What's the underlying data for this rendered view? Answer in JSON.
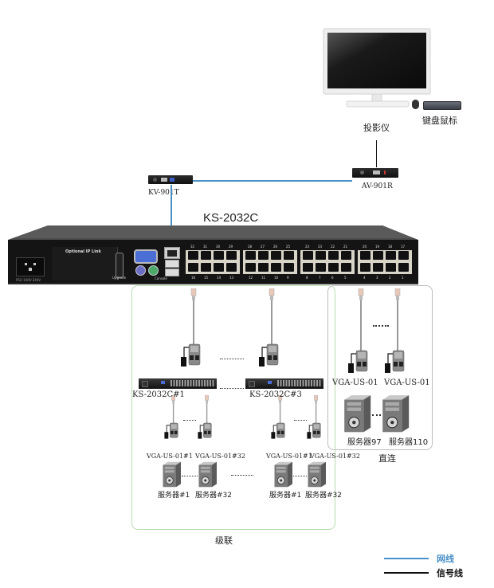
{
  "top": {
    "display_label": "投影仪",
    "keyboard_mouse_label": "键盘鼠标"
  },
  "extenders": {
    "transmitter_label": "KV-901T",
    "receiver_label": "AV-901R"
  },
  "main_switch": {
    "model_label": "KS-2032C",
    "optional_ip_link": "Optional IP Link",
    "upgrade_label": "Upgrade",
    "console_label": "Console",
    "power_label": "PSU 100V-240V",
    "top_row_ports": [
      "32",
      "31",
      "30",
      "29",
      "28",
      "27",
      "26",
      "25",
      "24",
      "23",
      "22",
      "21",
      "20",
      "19",
      "18",
      "17"
    ],
    "bottom_row_ports": [
      "16",
      "15",
      "14",
      "13",
      "12",
      "11",
      "10",
      "9",
      "8",
      "7",
      "6",
      "5",
      "4",
      "3",
      "2",
      "1"
    ]
  },
  "cascade": {
    "group_label": "级联",
    "switch_1_label": "KS-2032C#1",
    "switch_3_label": "KS-2032C#3",
    "ellipsis": "·········",
    "sub_1": {
      "adapter_a": "VGA-US-01#1",
      "adapter_b": "VGA-US-01#32",
      "server_a": "服务器#1",
      "server_b": "服务器#32"
    },
    "sub_3": {
      "adapter_a": "VGA-US-01#1",
      "adapter_b": "VGA-US-01#32",
      "server_a": "服务器#1",
      "server_b": "服务器#32"
    }
  },
  "direct": {
    "group_label": "直连",
    "adapter_a": "VGA-US-01",
    "adapter_b": "VGA-US-01",
    "server_a": "服务器97",
    "server_b": "服务器110",
    "ellipsis": "······"
  },
  "legend": {
    "items": [
      {
        "label": "网线",
        "color": "#4a90c8"
      },
      {
        "label": "信号线",
        "color": "#111111"
      }
    ]
  },
  "colors": {
    "network_cable": "#4a90c8",
    "signal_cable": "#111111",
    "cascade_border": "#b8ddb0",
    "direct_border": "#bdbdbd"
  }
}
